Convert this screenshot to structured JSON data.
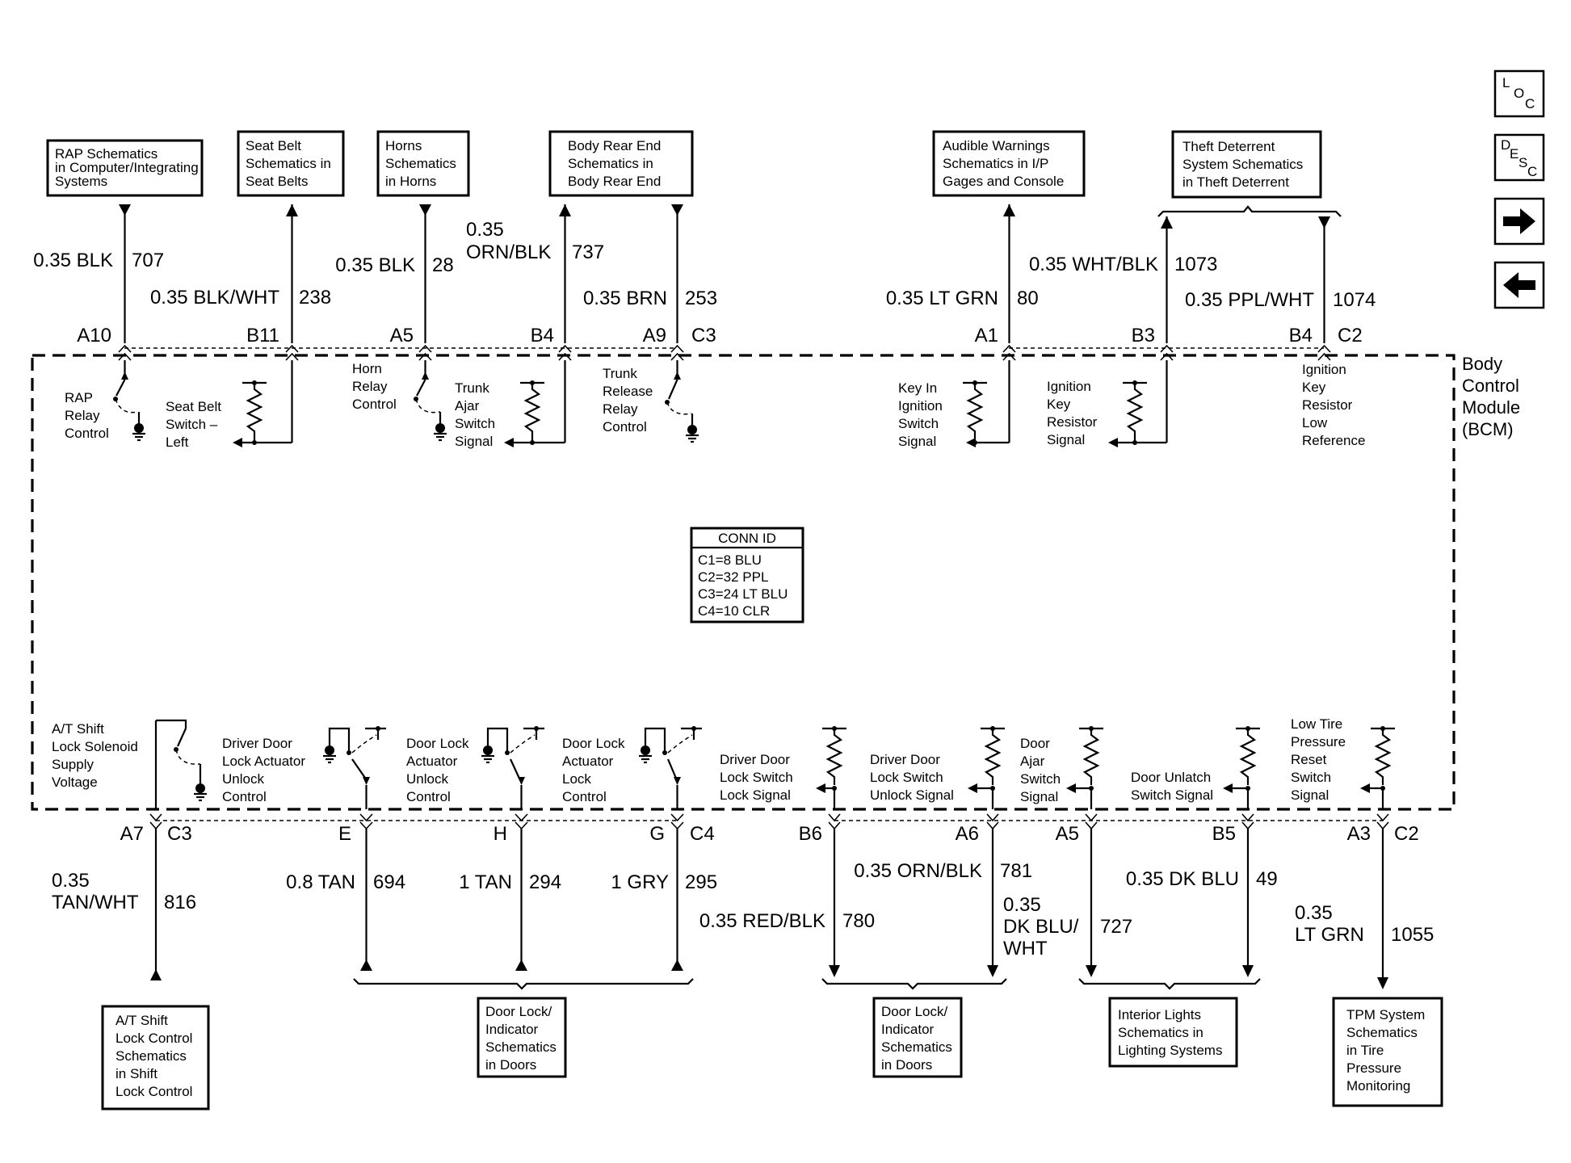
{
  "nav": {
    "loc": [
      "L",
      "O",
      "C"
    ],
    "desc": [
      "D",
      "E",
      "S",
      "C"
    ]
  },
  "module": [
    "Body",
    "Control",
    "Module",
    "(BCM)"
  ],
  "conn_id": {
    "title": "CONN ID",
    "items": [
      "C1=8 BLU",
      "C2=32 PPL",
      "C3=24 LT BLU",
      "C4=10 CLR"
    ]
  },
  "top_refs": [
    [
      "RAP Schematics",
      "in Computer/Integrating",
      "Systems"
    ],
    [
      "Seat Belt",
      "Schematics in",
      "Seat Belts"
    ],
    [
      "Horns",
      "Schematics",
      "in Horns"
    ],
    [
      "Body Rear End",
      "Schematics in",
      "Body Rear End"
    ],
    [
      "Audible Warnings",
      "Schematics in I/P",
      "Gages and Console"
    ],
    [
      "Theft Deterrent",
      "System Schematics",
      "in Theft Deterrent"
    ]
  ],
  "top_wires": [
    {
      "label": [
        "0.35 BLK"
      ],
      "circuit": "707",
      "pin": "A10",
      "conn": ""
    },
    {
      "label": [
        "0.35 BLK/WHT"
      ],
      "circuit": "238",
      "pin": "B11",
      "conn": ""
    },
    {
      "label": [
        "0.35 BLK"
      ],
      "circuit": "28",
      "pin": "A5",
      "conn": ""
    },
    {
      "label": [
        "0.35",
        "ORN/BLK"
      ],
      "circuit": "737",
      "pin": "B4",
      "conn": ""
    },
    {
      "label": [
        "0.35 BRN"
      ],
      "circuit": "253",
      "pin": "A9",
      "conn": "C3"
    },
    {
      "label": [
        "0.35 LT GRN"
      ],
      "circuit": "80",
      "pin": "A1",
      "conn": ""
    },
    {
      "label": [
        "0.35 WHT/BLK"
      ],
      "circuit": "1073",
      "pin": "B3",
      "conn": ""
    },
    {
      "label": [
        "0.35 PPL/WHT"
      ],
      "circuit": "1074",
      "pin": "B4",
      "conn": "C2"
    }
  ],
  "top_internals": [
    [
      "RAP",
      "Relay",
      "Control"
    ],
    [
      "Seat Belt",
      "Switch –",
      "Left"
    ],
    [
      "Horn",
      "Relay",
      "Control"
    ],
    [
      "Trunk",
      "Ajar",
      "Switch",
      "Signal"
    ],
    [
      "Trunk",
      "Release",
      "Relay",
      "Control"
    ],
    [
      "Key In",
      "Ignition",
      "Switch",
      "Signal"
    ],
    [
      "Ignition",
      "Key",
      "Resistor",
      "Signal"
    ],
    [
      "Ignition",
      "Key",
      "Resistor",
      "Low",
      "Reference"
    ]
  ],
  "bottom_internals": [
    [
      "A/T Shift",
      "Lock Solenoid",
      "Supply",
      "Voltage"
    ],
    [
      "Driver Door",
      "Lock Actuator",
      "Unlock",
      "Control"
    ],
    [
      "Door Lock",
      "Actuator",
      "Unlock",
      "Control"
    ],
    [
      "Door Lock",
      "Actuator",
      "Lock",
      "Control"
    ],
    [
      "Driver Door",
      "Lock Switch",
      "Lock Signal"
    ],
    [
      "Driver Door",
      "Lock Switch",
      "Unlock Signal"
    ],
    [
      "Door",
      "Ajar",
      "Switch",
      "Signal"
    ],
    [
      "Door Unlatch",
      "Switch Signal"
    ],
    [
      "Low Tire",
      "Pressure",
      "Reset",
      "Switch",
      "Signal"
    ]
  ],
  "bottom_wires": [
    {
      "label": [
        "0.35",
        "TAN/WHT"
      ],
      "circuit": "816",
      "pin": "A7",
      "conn": "C3"
    },
    {
      "label": [
        "0.8 TAN"
      ],
      "circuit": "694",
      "pin": "E",
      "conn": ""
    },
    {
      "label": [
        "1 TAN"
      ],
      "circuit": "294",
      "pin": "H",
      "conn": ""
    },
    {
      "label": [
        "1 GRY"
      ],
      "circuit": "295",
      "pin": "G",
      "conn": "C4"
    },
    {
      "label": [
        "0.35 RED/BLK"
      ],
      "circuit": "780",
      "pin": "B6",
      "conn": ""
    },
    {
      "label": [
        "0.35 ORN/BLK"
      ],
      "circuit": "781",
      "pin": "A6",
      "conn": ""
    },
    {
      "label": [
        "0.35",
        "DK BLU/",
        "WHT"
      ],
      "circuit": "727",
      "pin": "A5",
      "conn": ""
    },
    {
      "label": [
        "0.35 DK BLU"
      ],
      "circuit": "49",
      "pin": "B5",
      "conn": ""
    },
    {
      "label": [
        "0.35",
        "LT GRN"
      ],
      "circuit": "1055",
      "pin": "A3",
      "conn": "C2"
    }
  ],
  "bottom_refs": [
    [
      "A/T Shift",
      "Lock Control",
      "Schematics",
      "in Shift",
      "Lock Control"
    ],
    [
      "Door Lock/",
      "Indicator",
      "Schematics",
      "in Doors"
    ],
    [
      "Door Lock/",
      "Indicator",
      "Schematics",
      "in Doors"
    ],
    [
      "Interior Lights",
      "Schematics in",
      "Lighting Systems"
    ],
    [
      "TPM System",
      "Schematics",
      "in Tire",
      "Pressure",
      "Monitoring"
    ]
  ]
}
